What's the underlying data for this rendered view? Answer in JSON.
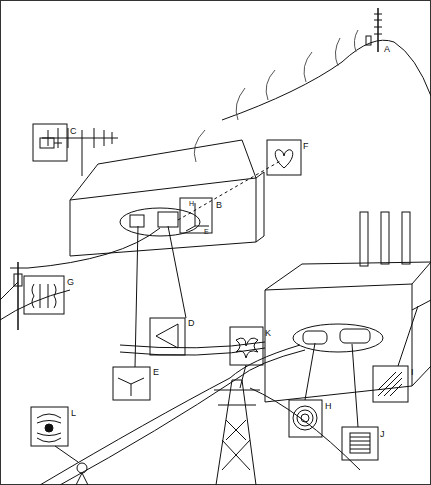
{
  "diagram": {
    "labels": [
      "A",
      "B",
      "H",
      "E",
      "C",
      "F",
      "G",
      "D",
      "E",
      "K",
      "L",
      "H",
      "I",
      "J"
    ]
  }
}
